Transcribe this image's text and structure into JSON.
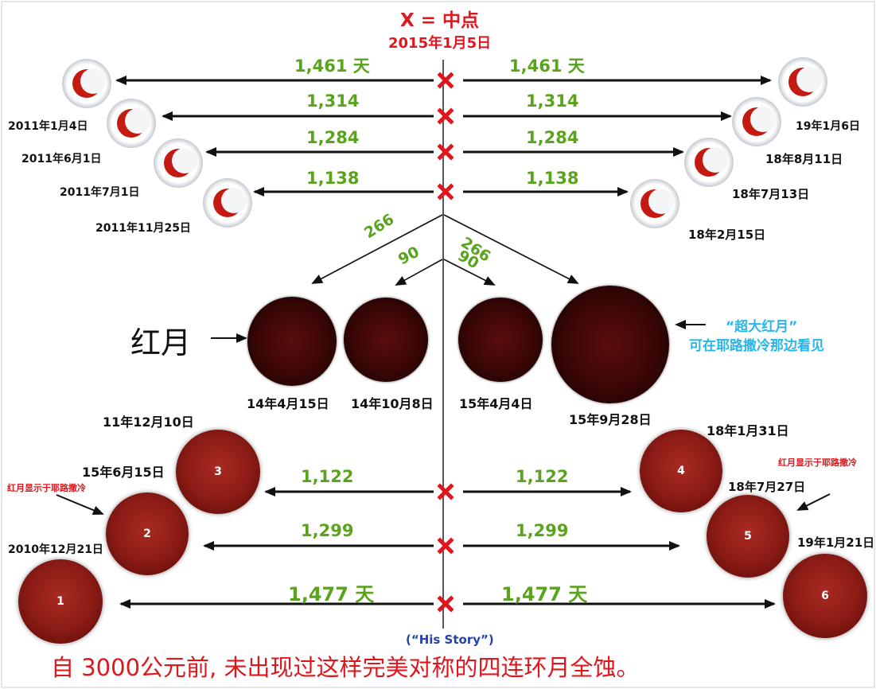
{
  "header": {
    "midpoint_label": "X = 中点",
    "midpoint_date": "2015年1月5日"
  },
  "top_intervals": [
    {
      "left_value": "1,461 天",
      "right_value": "1,461 天"
    },
    {
      "left_value": "1,314",
      "right_value": "1,314"
    },
    {
      "left_value": "1,284",
      "right_value": "1,284"
    },
    {
      "left_value": "1,138",
      "right_value": "1,138"
    }
  ],
  "top_left_dates": [
    "2011年1月4日",
    "2011年6月1日",
    "2011年7月1日",
    "2011年11月25日"
  ],
  "top_right_dates": [
    "19年1月6日",
    "18年8月11日",
    "18年7月13日",
    "18年2月15日"
  ],
  "tetrad": {
    "label": "红月",
    "outer_interval": "266",
    "inner_interval": "90",
    "eclipses": [
      {
        "date": "14年4月15日"
      },
      {
        "date": "14年10月8日"
      },
      {
        "date": "15年4月4日"
      },
      {
        "date": "15年9月28日"
      }
    ],
    "supermoon_title": "“超大红月”",
    "supermoon_note": "可在耶路撒冷那边看见"
  },
  "bottom_intervals": [
    {
      "left_value": "1,122",
      "right_value": "1,122"
    },
    {
      "left_value": "1,299",
      "right_value": "1,299"
    },
    {
      "left_value": "1,477 天",
      "right_value": "1,477 天"
    }
  ],
  "bottom_moons": [
    {
      "number": "1",
      "date": "2010年12月21日"
    },
    {
      "number": "2",
      "date": "15年6月15日"
    },
    {
      "number": "3",
      "date": "11年12月10日"
    },
    {
      "number": "4",
      "date": "18年1月31日"
    },
    {
      "number": "5",
      "date": "18年7月27日"
    },
    {
      "number": "6",
      "date": "19年1月21日"
    }
  ],
  "jerusalem_note_left": "红月显示于耶路撒冷",
  "jerusalem_note_right": "红月显示于耶路撒冷",
  "his_story": "(“His Story”)",
  "footer": "自 3000公元前, 未出现过这样完美对称的四连环月全蚀。",
  "colors": {
    "accent_red": "#e0161d",
    "interval_green": "#5aa31d",
    "note_cyan": "#29b6e6",
    "his_story_blue": "#2741a8"
  }
}
